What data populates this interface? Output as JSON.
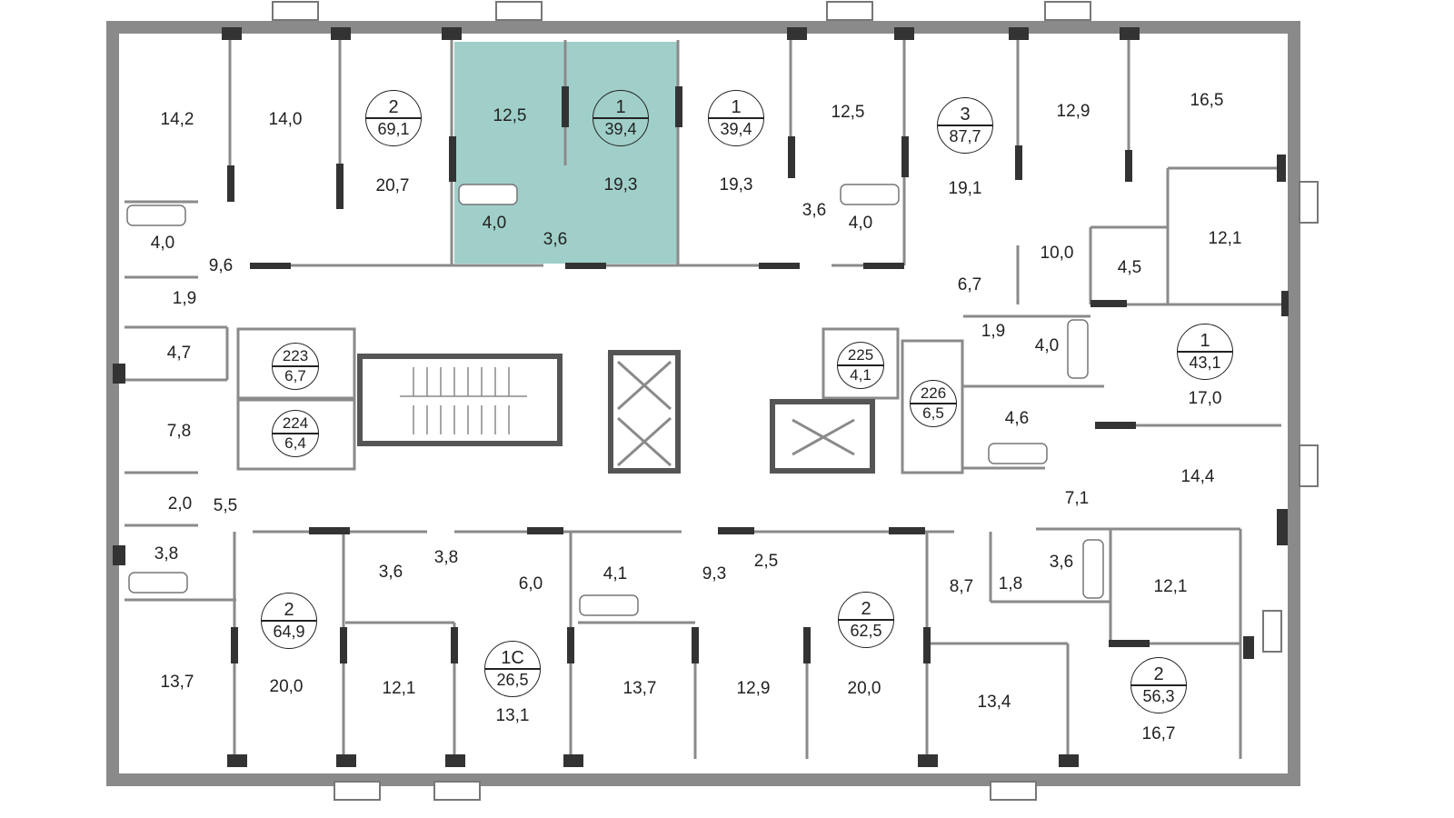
{
  "plan": {
    "highlight_color": "#9fcfc8",
    "wall_color": "#808080",
    "apartments": [
      {
        "id": "apt-2-69",
        "rooms": "2",
        "area": "69,1"
      },
      {
        "id": "apt-1-39-selected",
        "rooms": "1",
        "area": "39,4"
      },
      {
        "id": "apt-1-39b",
        "rooms": "1",
        "area": "39,4"
      },
      {
        "id": "apt-3-87",
        "rooms": "3",
        "area": "87,7"
      },
      {
        "id": "apt-1-43",
        "rooms": "1",
        "area": "43,1"
      },
      {
        "id": "apt-2-64",
        "rooms": "2",
        "area": "64,9"
      },
      {
        "id": "apt-1c-26",
        "rooms": "1С",
        "area": "26,5"
      },
      {
        "id": "apt-2-62",
        "rooms": "2",
        "area": "62,5"
      },
      {
        "id": "apt-2-56",
        "rooms": "2",
        "area": "56,3"
      }
    ],
    "storage_rooms": [
      {
        "id": "223",
        "num": "223",
        "area": "6,7"
      },
      {
        "id": "224",
        "num": "224",
        "area": "6,4"
      },
      {
        "id": "225",
        "num": "225",
        "area": "4,1"
      },
      {
        "id": "226",
        "num": "226",
        "area": "6,5"
      }
    ],
    "room_areas": [
      "14,2",
      "14,0",
      "20,7",
      "12,5",
      "19,3",
      "4,0",
      "3,6",
      "19,3",
      "12,5",
      "3,6",
      "4,0",
      "19,1",
      "12,9",
      "16,5",
      "12,1",
      "10,0",
      "4,5",
      "6,7",
      "4,0",
      "9,6",
      "1,9",
      "4,7",
      "7,8",
      "2,0",
      "5,5",
      "3,8",
      "1,9",
      "4,0",
      "4,6",
      "17,0",
      "14,4",
      "7,1",
      "3,6",
      "3,8",
      "6,0",
      "4,1",
      "9,3",
      "2,5",
      "8,7",
      "1,8",
      "3,6",
      "12,1",
      "13,7",
      "20,0",
      "12,1",
      "13,1",
      "13,7",
      "12,9",
      "20,0",
      "13,4",
      "16,7"
    ]
  }
}
